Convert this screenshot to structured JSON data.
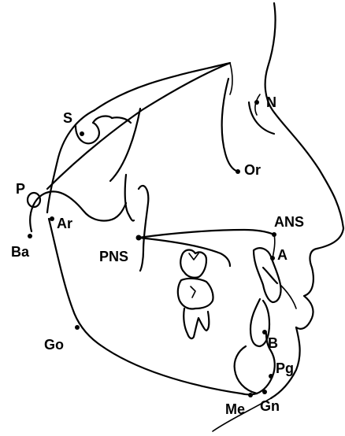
{
  "landmarks": {
    "S": "S",
    "N": "N",
    "Or": "Or",
    "P": "P",
    "Ba": "Ba",
    "Ar": "Ar",
    "PNS": "PNS",
    "ANS": "ANS",
    "A": "A",
    "Go": "Go",
    "B": "B",
    "Pg": "Pg",
    "Me": "Me",
    "Gn": "Gn"
  },
  "colors": {
    "stroke": "#000000",
    "background": "#ffffff"
  }
}
